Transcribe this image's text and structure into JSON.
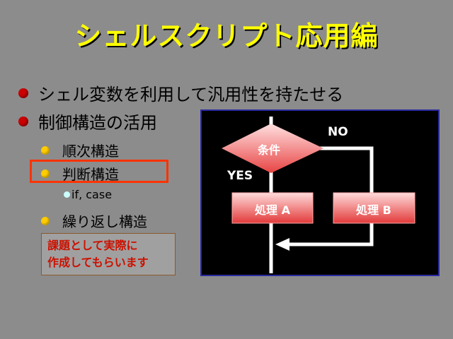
{
  "title": "シェルスクリプト応用編",
  "bullets": [
    "シェル変数を利用して汎用性を持たせる",
    "制御構造の活用"
  ],
  "sub_bullets": [
    "順次構造",
    "判断構造",
    "繰り返し構造"
  ],
  "sub_sub_bullet": "if, case",
  "assignment": {
    "line1": "課題として実際に",
    "line2": "作成してもらいます"
  },
  "flowchart": {
    "condition": "条件",
    "no_label": "NO",
    "yes_label": "YES",
    "process_a": "処理 A",
    "process_b": "処理 B"
  }
}
